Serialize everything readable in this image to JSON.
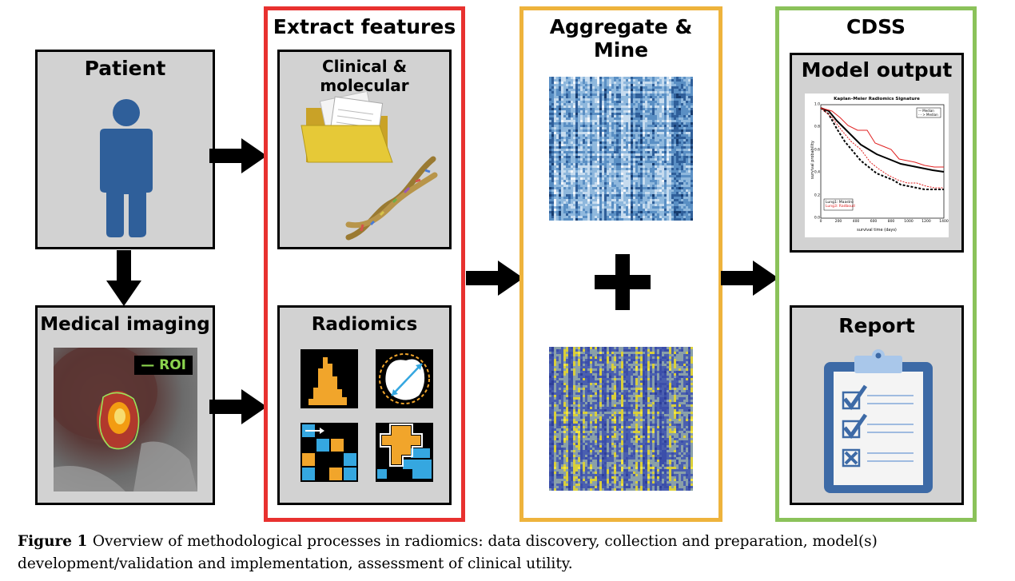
{
  "patient": {
    "title": "Patient",
    "person_icon": "person-icon"
  },
  "imaging": {
    "title": "Medical imaging",
    "roi_label": "— ROI"
  },
  "extract": {
    "title": "Extract features",
    "clinical_title": "Clinical & molecular",
    "radiomics_title": "Radiomics",
    "color": "#e8312f"
  },
  "aggregate": {
    "title": "Aggregate & Mine",
    "color": "#eeb33c"
  },
  "cdss": {
    "title": "CDSS",
    "model_title": "Model output",
    "report_title": "Report",
    "color": "#8bc25a",
    "km_chart_title": "Kaplan–Meier Radiomics Signature",
    "km_legend": [
      "— Median",
      "- - > Median"
    ],
    "km_legend_inset": [
      "Lung1: Maastro",
      "Lung3: Radboud"
    ],
    "km_ylabel": "survival probability",
    "km_xlabel": "survival time (days)",
    "km_xticks": [
      "0",
      "200",
      "400",
      "600",
      "800",
      "1000",
      "1200",
      "1400"
    ],
    "km_yticks": [
      "1.0",
      "0.8",
      "0.6",
      "0.4",
      "0.2",
      "0.0"
    ]
  },
  "caption": {
    "label": "Figure 1",
    "text": "Overview of methodological processes in radiomics: data discovery, collection and preparation, model(s) development/validation and implementation, assessment of clinical utility."
  }
}
